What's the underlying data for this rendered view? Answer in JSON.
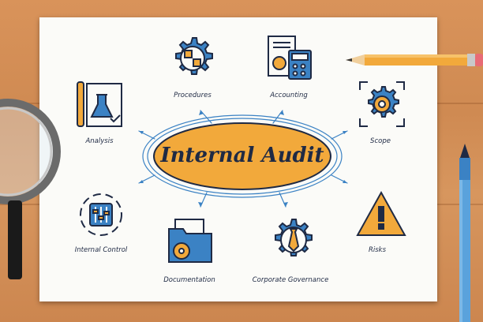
{
  "title": "Internal Audit",
  "nodes": {
    "procedures": "Procedures",
    "accounting": "Accounting",
    "analysis": "Analysis",
    "scope": "Scope",
    "internal_control": "Internal Control",
    "risks": "Risks",
    "documentation": "Documentation",
    "corporate_governance": "Corporate Governance"
  },
  "icons": {
    "procedures": "gear-process-icon",
    "accounting": "calculator-coin-icon",
    "analysis": "flask-document-icon",
    "scope": "target-gear-icon",
    "internal_control": "control-panel-icon",
    "risks": "warning-triangle-icon",
    "documentation": "folder-gear-icon",
    "corporate_governance": "gear-tie-icon"
  },
  "colors": {
    "accent_orange": "#f2a93b",
    "accent_blue": "#3b82c4",
    "outline": "#1f2a44",
    "paper": "#fbfbf8"
  }
}
